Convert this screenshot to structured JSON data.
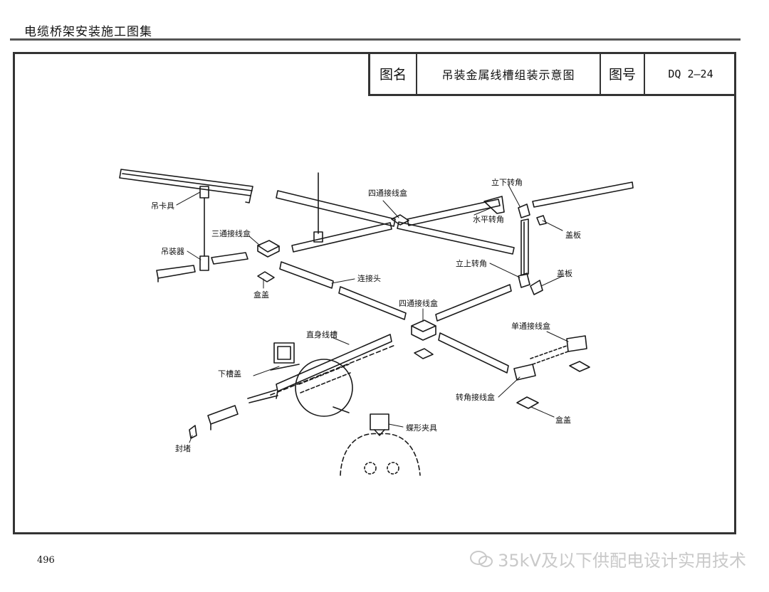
{
  "header": {
    "book_title": "电缆桥架安装施工图集"
  },
  "title_block": {
    "name_label": "图名",
    "name_value": "吊装金属线槽组装示意图",
    "number_label": "图号",
    "number_value": "DQ 2—24"
  },
  "labels": {
    "hanger_clamp": "吊卡具",
    "hanger": "吊装器",
    "tee_box": "三通接线盒",
    "box_cover_left": "盒盖",
    "cross_box_top": "四通接线盒",
    "connector": "连接头",
    "vertical_down_bend": "立下转角",
    "horizontal_bend": "水平转角",
    "cover_plate_top": "盖板",
    "vertical_up_bend": "立上转角",
    "cover_plate_mid": "盖板",
    "cross_box_center": "四通接线盒",
    "single_box": "单通接线盒",
    "straight_trough": "直身线槽",
    "lower_cover": "下槽盖",
    "corner_box": "转角接线盒",
    "box_cover_right": "盒盖",
    "end_cap": "封堵",
    "butterfly_clamp": "蝶形夹具"
  },
  "footer": {
    "page_number": "496",
    "watermark": "35kV及以下供配电设计实用技术"
  }
}
